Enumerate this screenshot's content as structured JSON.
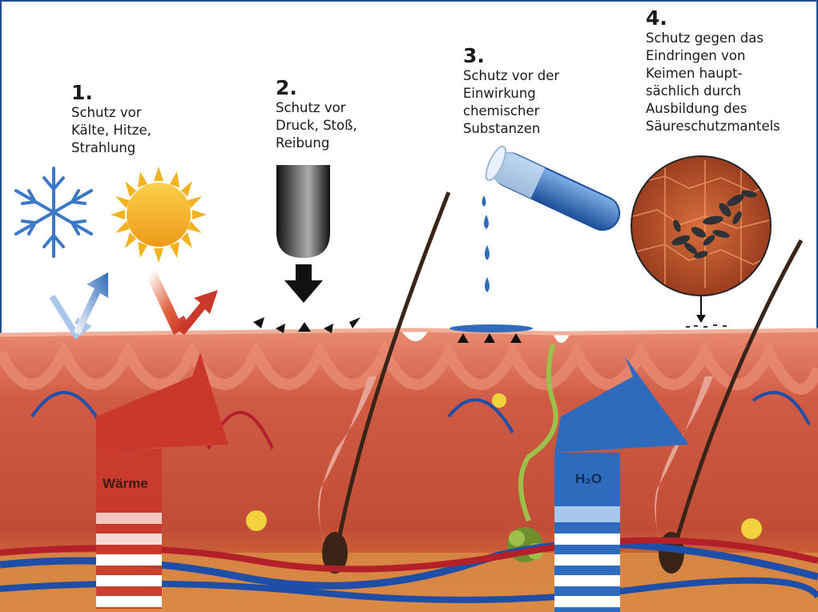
{
  "protections": [
    {
      "number": "1.",
      "text": "Schutz vor\nKälte, Hitze,\nStrahlung"
    },
    {
      "number": "2.",
      "text": "Schutz vor\nDruck, Stoß,\nReibung"
    },
    {
      "number": "3.",
      "text": "Schutz vor der\nEinwirkung\nchemischer\nSubstanzen"
    },
    {
      "number": "4.",
      "text": "Schutz gegen das\nEindringen von\nKeimen haupt-\nsächlich durch\nAusbildung des\nSäureschutzmantels"
    }
  ],
  "skin_labels": {
    "heat": "Wärme",
    "water": "H₂O"
  },
  "icons": {
    "cold": "snowflake-icon",
    "heat": "sun-icon",
    "pressure": "pressure-stamp-icon",
    "chemical": "test-tube-icon",
    "germs": "magnified-germs-icon"
  },
  "colors": {
    "frame_border": "#1f4e8c",
    "skin_surface": "#d9705c",
    "dermis": "#c8553f",
    "subcutis": "#d98b45",
    "heat_arrow": "#c9382a",
    "water_arrow": "#2f6bbd",
    "snowflake": "#3c78c8",
    "sun": "#f3b21f"
  }
}
